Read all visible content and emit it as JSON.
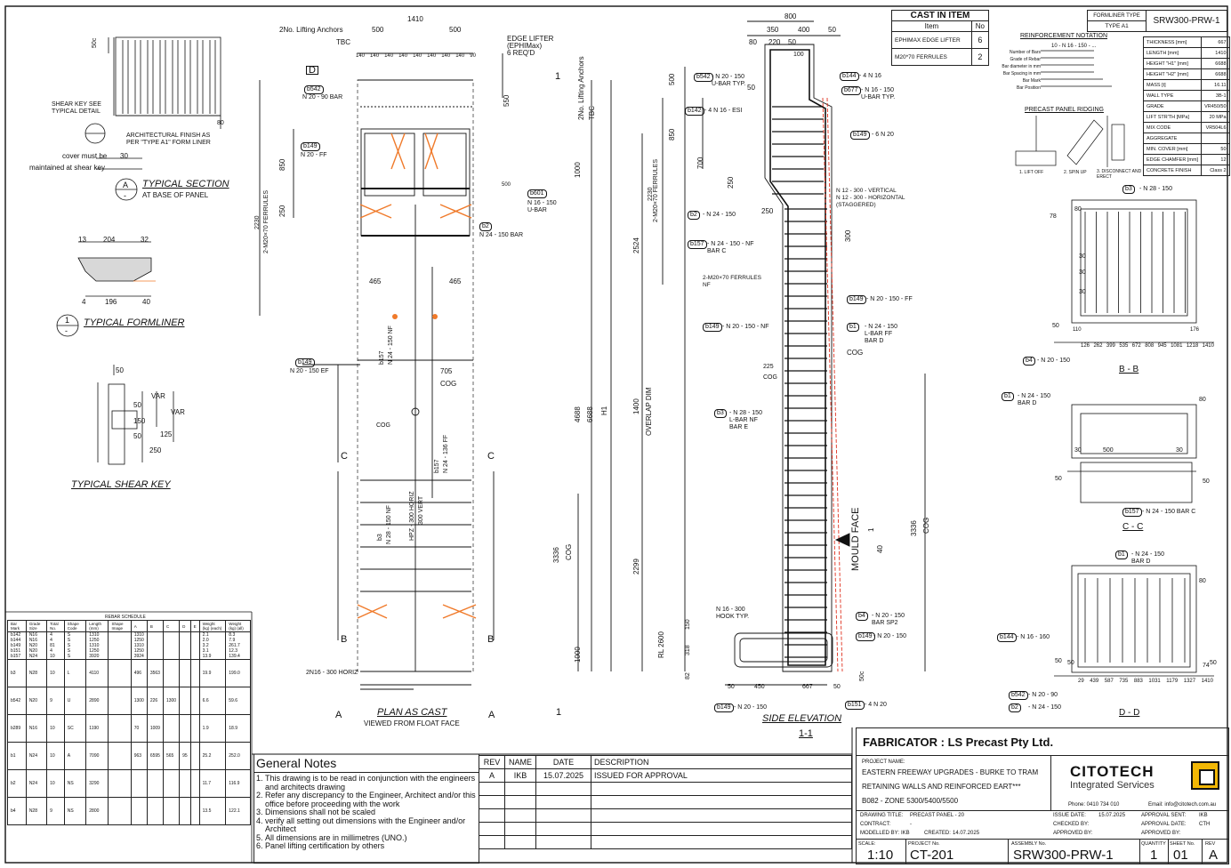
{
  "top_left": {
    "shear_key_note": "SHEAR KEY SEE\nTYPICAL DETAIL",
    "arch_finish_note": "ARCHITECTURAL FINISH AS\nPER \"TYPE A1\" FORM LINER",
    "cover_note_1": "cover must be",
    "cover_value": "30",
    "cover_note_2": "maintained at shear key",
    "dim_50c": "50c",
    "dim_80": "80",
    "typical_section_label": "TYPICAL SECTION",
    "typical_section_sub": "AT BASE OF PANEL",
    "section_letter": "A",
    "section_dash": "-",
    "formliner_dims": [
      "13",
      "204",
      "32",
      "4",
      "196",
      "40"
    ],
    "formliner_label": "TYPICAL FORMLINER",
    "formliner_number": "1",
    "formliner_dash": "-",
    "shearkey_dims": [
      "50",
      "50",
      "150",
      "50",
      "VAR",
      "VAR",
      "125",
      "250"
    ],
    "shearkey_label": "TYPICAL SHEAR KEY"
  },
  "plan": {
    "lifting_anchors": "2No. Lifting Anchors",
    "tbc": "TBC",
    "dim_1410": "1410",
    "dim_500a": "500",
    "dim_500b": "500",
    "spacing_dims": [
      "140",
      "140",
      "140",
      "140",
      "140",
      "140",
      "140",
      "140",
      "90"
    ],
    "edge_lifter": "EDGE LIFTER\n(EPHIMax)\n6 REQ'D",
    "lifting_anchors_right": "2No. Lifting Anchors",
    "tbc_right": "TBC",
    "bar_labels": [
      {
        "mark": "b542",
        "desc": "N 20 - 90 BAR"
      },
      {
        "mark": "b149",
        "desc": "N 20 - FF"
      },
      {
        "mark": "b601",
        "desc": "N 16 - 150\nU-BAR"
      },
      {
        "mark": "b2",
        "desc": "N 24 - 150 BAR"
      },
      {
        "mark": "b149",
        "desc": "N 20 - 150 EF"
      },
      {
        "mark": "b157",
        "desc": "N 24 - 150 NF"
      },
      {
        "mark": "b157",
        "desc": "N 24 - 136 FF"
      },
      {
        "mark": "b3",
        "desc": "N 28 - 150 NF"
      }
    ],
    "dims_vertical": [
      "550",
      "850",
      "250",
      "2230",
      "1000",
      "4688",
      "6688",
      "3336",
      "1000"
    ],
    "dim_465a": "465",
    "dim_465b": "465",
    "dim_705": "705",
    "dim_500": "500",
    "h1": "H1",
    "cog": "COG",
    "cog2": "COG",
    "ferrules": "2-M20×70 FERRULES",
    "hpz": "HPZ - 300 HORIZ",
    "vert": "300 VERT",
    "horiz_bottom": "2N16 - 300 HORIZ",
    "section_marks": [
      "D",
      "1",
      "C",
      "C",
      "B",
      "B",
      "A",
      "A",
      "1"
    ],
    "title": "PLAN AS CAST",
    "subtitle": "VIEWED FROM FLOAT FACE"
  },
  "elevation": {
    "dims_top": [
      "800",
      "350",
      "400",
      "50",
      "80",
      "220",
      "50",
      "100",
      "50"
    ],
    "bar_labels": [
      {
        "mark": "b144",
        "desc": "- 4 N 16"
      },
      {
        "mark": "b677",
        "desc": "- N 16 - 150\nU-BAR TYP."
      },
      {
        "mark": "b542",
        "desc": "- N 20 - 150\nU-BAR TYP."
      },
      {
        "mark": "b142",
        "desc": "- 4 N 16 - ESI"
      },
      {
        "mark": "b149",
        "desc": "- 6 N 20"
      },
      {
        "mark": "b2",
        "desc": "- N 24 - 150"
      },
      {
        "mark": "b157",
        "desc": "- N 24 - 150 - NF\nBAR C"
      },
      {
        "mark": "b149",
        "desc": "- N 20 - 150 - FF"
      },
      {
        "mark": "b1",
        "desc": "- N 24 - 150\nL-BAR FF\nBAR D"
      },
      {
        "mark": "b149",
        "desc": "- N 20 - 150 - NF"
      },
      {
        "mark": "b3",
        "desc": "- N 28 - 150\nL-BAR NF\nBAR E"
      },
      {
        "mark": "b4",
        "desc": "- N 20 - 150\nBAR SP2"
      },
      {
        "mark": "b149",
        "desc": "- N 20 - 150"
      },
      {
        "mark": "b149",
        "desc": "- N 20 - 150"
      },
      {
        "mark": "b151",
        "desc": "- 4 N 20"
      }
    ],
    "vert_note": "N 12 - 300 - VERTICAL\nN 12 - 300 - HORIZONTAL\n(STAGGERED)",
    "ferrules_nf": "2-M20×70 FERRULES\nNF",
    "ferrules_left": "2-M20×70 FERRULES",
    "hook": "N 16 - 300\nHOOK TYP.",
    "cog": "COG",
    "cog_225": "225",
    "cog_b": "COG",
    "mould_face": "MOULD FACE",
    "mould_dims": [
      "1",
      "40"
    ],
    "overlap": "OVERLAP DIM",
    "dims_left": [
      "500",
      "850",
      "700",
      "250",
      "250",
      "300",
      "2230",
      "2524",
      "1400",
      "2299",
      "RL 2600",
      "318",
      "150",
      "82"
    ],
    "dims_bottom": [
      "50",
      "450",
      "667",
      "50",
      "50c"
    ],
    "dim_3336": "3336",
    "cog_right": "COG",
    "title": "SIDE ELEVATION",
    "number": "1-1"
  },
  "cast_in": {
    "title": "CAST IN ITEM",
    "headers": [
      "Item",
      "No"
    ],
    "rows": [
      [
        "EPHIMAX EDGE LIFTER",
        "6"
      ],
      [
        "M20*70 FERRULES",
        "2"
      ]
    ]
  },
  "notation": {
    "title": "REINFORCEMENT NOTATION",
    "example": "10 - N 16 - 150 - ...",
    "lines": [
      "Number of Bars",
      "Grade of Rebar",
      "Bar diameter in mm",
      "Bar Spacing in mm",
      "Bar Mark",
      "Bar Position"
    ]
  },
  "ridging": {
    "title": "PRECAST PANEL RIDGING",
    "steps": [
      "1. LIFT OFF",
      "2. SPIN UP",
      "3. DISCONNECT AND\nERECT"
    ]
  },
  "properties": {
    "formliner_type_label": "FORMLINER TYPE",
    "formliner_type": "TYPE A1",
    "panel_id": "SRW300-PRW-1",
    "rows": [
      [
        "THICKNESS [mm]",
        "667"
      ],
      [
        "LENGTH [mm]",
        "1410"
      ],
      [
        "HEIGHT \"H1\" [mm]",
        "6688"
      ],
      [
        "HEIGHT \"H2\" [mm]",
        "6688"
      ],
      [
        "MASS [t]",
        "16.11"
      ],
      [
        "WALL TYPE",
        "3B-1"
      ],
      [
        "GRADE",
        "VR450/50"
      ],
      [
        "LIFT STR'TH [MPa]",
        "20 MPa"
      ],
      [
        "MIX CODE",
        "VR504L6"
      ],
      [
        "AGGREGATE",
        ""
      ],
      [
        "MIN. COVER [mm]",
        "50"
      ],
      [
        "EDGE CHAMFER [mm]",
        "12"
      ],
      [
        "CONCRETE FINISH",
        "Class 2"
      ]
    ]
  },
  "sections": {
    "bb": {
      "title": "B - B",
      "top_label": {
        "mark": "b3",
        "desc": "- N 28 - 150"
      },
      "bottom_label": {
        "mark": "b4",
        "desc": "- N 20 - 150"
      },
      "dims": [
        "78",
        "80",
        "30",
        "30",
        "30",
        "50",
        "110",
        "176"
      ],
      "bottom_dims": [
        "126",
        "262",
        "399",
        "535",
        "672",
        "808",
        "945",
        "1081",
        "1218",
        "1410"
      ]
    },
    "cc": {
      "title": "C - C",
      "top_label": {
        "mark": "b1",
        "desc": "- N 24 - 150\nBAR D"
      },
      "bottom_label": {
        "mark": "b157",
        "desc": "- N 24 - 150\nBAR C"
      },
      "dims": [
        "80",
        "30",
        "500",
        "30",
        "50",
        "50"
      ]
    },
    "dd": {
      "title": "D - D",
      "top_label": {
        "mark": "b1",
        "desc": "- N 24 - 150\nBAR D"
      },
      "side_label": {
        "mark": "b144",
        "desc": "- N 16 - 160"
      },
      "bottom_labels": [
        {
          "mark": "b542",
          "desc": "- N 20 - 90"
        },
        {
          "mark": "b2",
          "desc": "- N 24 - 150"
        }
      ],
      "dims": [
        "80",
        "50",
        "50",
        "74",
        "50"
      ],
      "bottom_dims": [
        "29",
        "439",
        "587",
        "735",
        "883",
        "1031",
        "1179",
        "1327",
        "1410"
      ]
    }
  },
  "rebar_schedule": {
    "title": "REBAR SCHEDULE",
    "headers": [
      "Bar Mark",
      "Grade Size",
      "Total No.",
      "Shape Code",
      "Length (mm)",
      "Shape Image",
      "A",
      "B",
      "C",
      "D",
      "E",
      "Weight (kg) (each)",
      "Weight (kg) (all)"
    ],
    "rows": [
      [
        "b142",
        "N16",
        "4",
        "S",
        "1310",
        "",
        "1310",
        "",
        "",
        "",
        "",
        "2.1",
        "8.3"
      ],
      [
        "b144",
        "N16",
        "4",
        "S",
        "1250",
        "",
        "1250",
        "",
        "",
        "",
        "",
        "2.0",
        "7.9"
      ],
      [
        "b149",
        "N20",
        "81",
        "S",
        "1310",
        "",
        "1310",
        "",
        "",
        "",
        "",
        "3.2",
        "261.7"
      ],
      [
        "b151",
        "N20",
        "4",
        "S",
        "1250",
        "",
        "1250",
        "",
        "",
        "",
        "",
        "3.1",
        "12.3"
      ],
      [
        "b157",
        "N24",
        "10",
        "S",
        "3920",
        "",
        "3924",
        "",
        "",
        "",
        "",
        "13.9",
        "139.4"
      ],
      [
        "b3",
        "N28",
        "10",
        "L",
        "4110",
        "",
        "496",
        "3563",
        "",
        "",
        "",
        "19.9",
        "199.0"
      ],
      [
        "b542",
        "N20",
        "9",
        "U",
        "2890",
        "",
        "1300",
        "226",
        "1300",
        "",
        "",
        "6.6",
        "59.6"
      ],
      [
        "b289",
        "N16",
        "10",
        "SC",
        "1190",
        "",
        "70",
        "1009",
        "",
        "",
        "",
        "1.9",
        "18.9"
      ],
      [
        "b1",
        "N24",
        "10",
        "A",
        "7090",
        "",
        "963",
        "6595",
        "565",
        "95",
        "",
        "25.2",
        "252.0"
      ],
      [
        "b2",
        "N24",
        "10",
        "NS",
        "3290",
        "",
        "",
        "",
        "",
        "",
        "",
        "11.7",
        "116.9"
      ],
      [
        "b4",
        "N28",
        "9",
        "NS",
        "2800",
        "",
        "",
        "",
        "",
        "",
        "",
        "13.5",
        "122.1"
      ]
    ]
  },
  "general_notes": {
    "title": "General Notes",
    "items": [
      "This drawing is to be read in conjunction with the engineers and architects drawing",
      "Refer any discrepancy to the Engineer, Architect and/or this office before proceeding with the work",
      "Dimensions shall not be scaled",
      "verify all setting out dimensions with the Engineer and/or Architect",
      "All dimensions are in millimetres (UNO.)",
      "Panel lifting certification by others"
    ]
  },
  "revisions": {
    "headers": [
      "REV",
      "NAME",
      "DATE",
      "DESCRIPTION"
    ],
    "rows": [
      [
        "A",
        "IKB",
        "15.07.2025",
        "ISSUED FOR APPROVAL"
      ]
    ]
  },
  "title_block": {
    "fabricator": "FABRICATOR : LS Precast Pty Ltd.",
    "project_name_label": "PROJECT NAME:",
    "project_line1": "EASTERN FREEWAY UPGRADES - BURKE TO TRAM",
    "project_line2": "RETAINING WALLS AND REINFORCED EART***",
    "project_line3": "B082 - ZONE 5300/5400/5500",
    "company": "CITOTECH",
    "company_sub": "Integrated Services",
    "phone": "Phone: 0410 734 010",
    "email": "Email: info@citotech.com.au",
    "drawing_title_label": "DRAWING TITLE:",
    "drawing_title": "PRECAST PANEL - 20",
    "contract_label": "CONTRACT:",
    "contract": "-",
    "modelled_label": "MODELLED BY:",
    "modelled": "IKB",
    "created_label": "CREATED:",
    "created": "14.07.2025",
    "issue_date_label": "ISSUE DATE:",
    "issue_date": "15.07.2025",
    "approval_sent_label": "APPROVAL SENT:",
    "approval_sent": "IKB",
    "checked_label": "CHECKED BY:",
    "checked": "",
    "approval_date_label": "APPROVAL DATE:",
    "approval_date": "CTH",
    "approved_label": "APPROVED BY:",
    "approved": "",
    "scale_label": "SCALE:",
    "scale": "1:10",
    "project_no_label": "PROJECT No.",
    "project_no": "CT-201",
    "assembly_label": "ASSEMBLY No.",
    "assembly": "SRW300-PRW-1",
    "quantity_label": "QUANTITY",
    "quantity": "1",
    "sheet_label": "SHEET No.",
    "sheet": "01",
    "rev_label": "REV",
    "rev": "A"
  },
  "colors": {
    "line": "#111111",
    "accent_orange": "#f07a2a",
    "red_dash": "#e0301e"
  }
}
